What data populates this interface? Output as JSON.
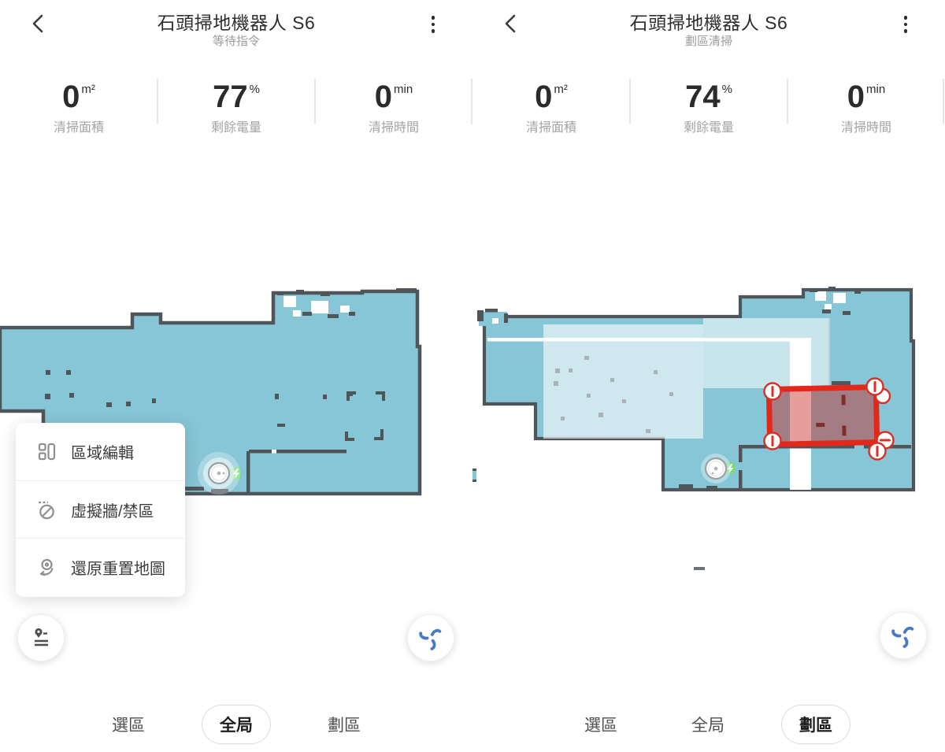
{
  "left_panel": {
    "header": {
      "title": "石頭掃地機器人 S6",
      "subtitle": "等待指令"
    },
    "stats": [
      {
        "value": "0",
        "unit": "m²",
        "label": "清掃面積"
      },
      {
        "value": "77",
        "unit": "%",
        "label": "剩餘電量"
      },
      {
        "value": "0",
        "unit": "min",
        "label": "清掃時間"
      }
    ],
    "menu": {
      "items": [
        {
          "label": "區域編輯",
          "icon": "split-area-icon"
        },
        {
          "label": "虛擬牆/禁區",
          "icon": "no-entry-icon"
        },
        {
          "label": "還原重置地圖",
          "icon": "restore-map-icon"
        }
      ]
    },
    "tabs": [
      {
        "label": "選區",
        "active": false
      },
      {
        "label": "全局",
        "active": true
      },
      {
        "label": "劃區",
        "active": false
      }
    ]
  },
  "right_panel": {
    "header": {
      "title": "石頭掃地機器人 S6",
      "subtitle": "劃區清掃"
    },
    "stats": [
      {
        "value": "0",
        "unit": "m²",
        "label": "清掃面積"
      },
      {
        "value": "74",
        "unit": "%",
        "label": "剩餘電量"
      },
      {
        "value": "0",
        "unit": "min",
        "label": "清掃時間"
      }
    ],
    "tabs": [
      {
        "label": "選區",
        "active": false
      },
      {
        "label": "全局",
        "active": false
      },
      {
        "label": "劃區",
        "active": true
      }
    ]
  },
  "colors": {
    "map_floor": "#87c6d6",
    "map_wall": "#50555a",
    "zone_border_red": "#e2271b",
    "zone_fill_red": "rgba(200,33,26,0.44)",
    "dock_green": "#77d97a",
    "fan_blue": "#4a79c5"
  }
}
